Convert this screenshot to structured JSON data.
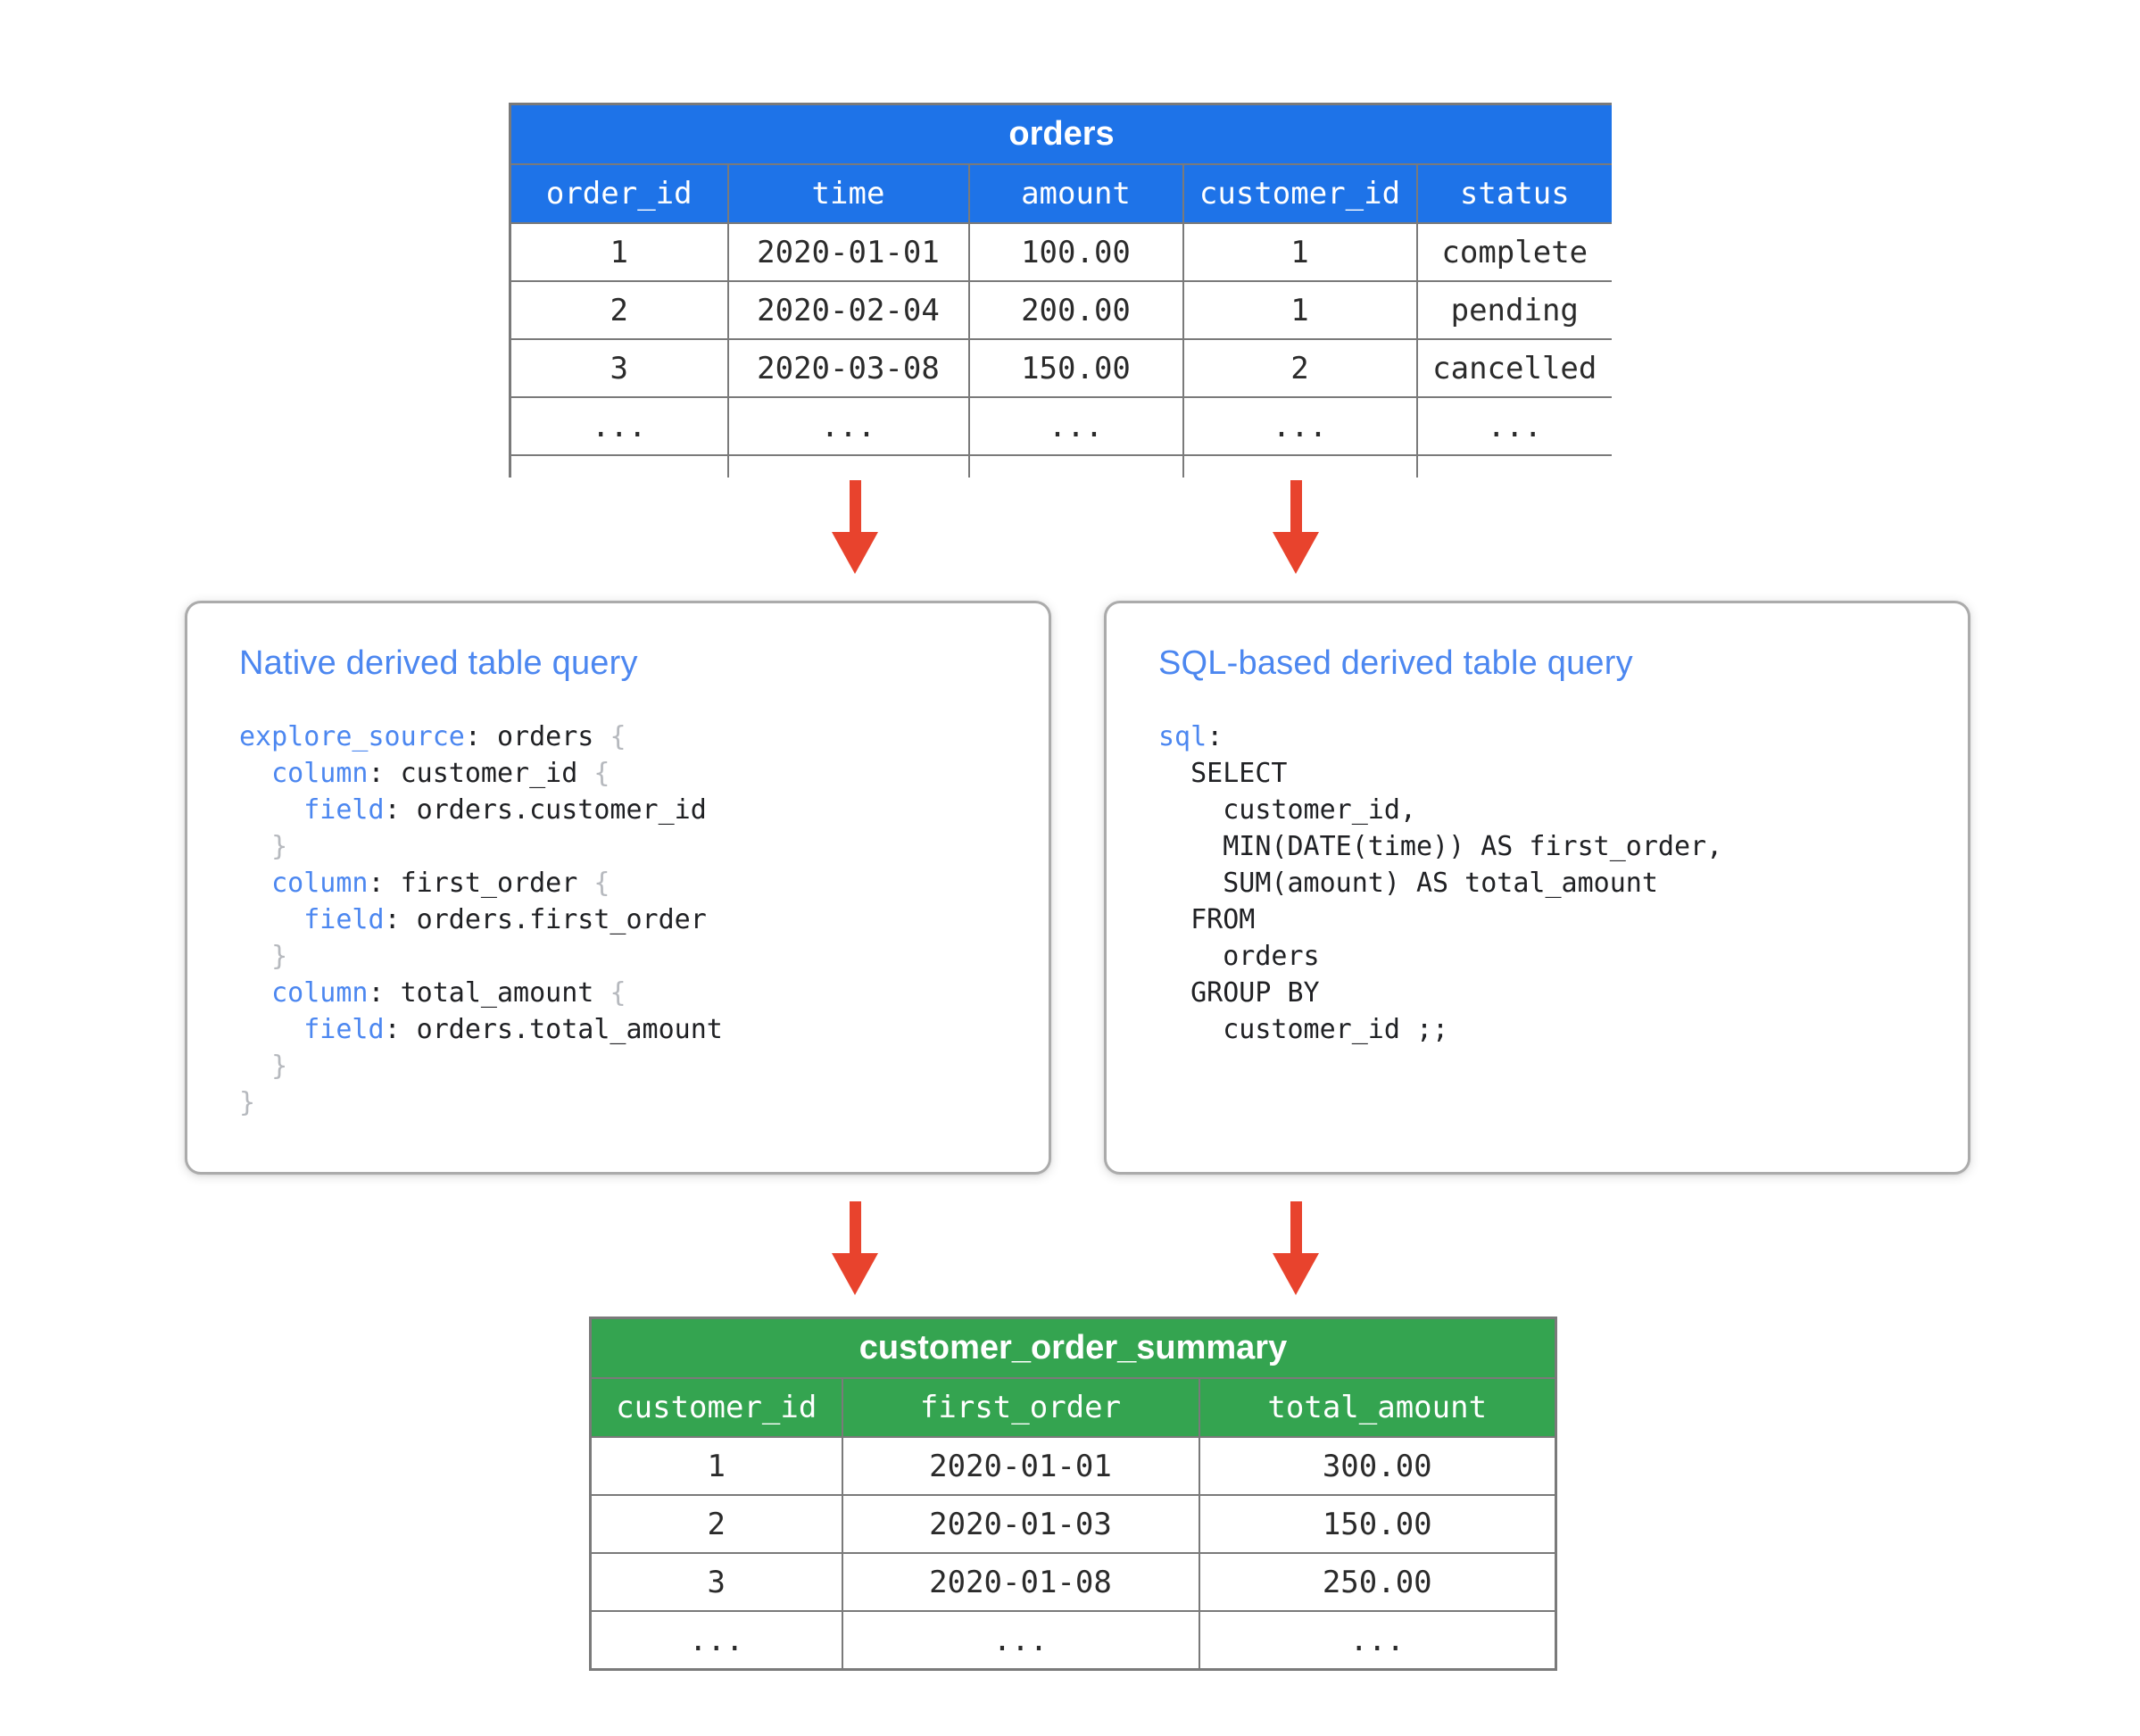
{
  "colors": {
    "table_header_blue": "#1E73E8",
    "table_header_green": "#34A450",
    "title_blue": "#4C87F0",
    "arrow_red": "#E8432D",
    "grid_border_gray": "#7A7A7A",
    "box_border_gray": "#ABABAB",
    "brace_gray": "#B6B9BE",
    "code_text_dark": "#202124"
  },
  "orders_table": {
    "title": "orders",
    "columns": [
      "order_id",
      "time",
      "amount",
      "customer_id",
      "status"
    ],
    "rows": [
      [
        "1",
        "2020-01-01",
        "100.00",
        "1",
        "complete"
      ],
      [
        "2",
        "2020-02-04",
        "200.00",
        "1",
        "pending"
      ],
      [
        "3",
        "2020-03-08",
        "150.00",
        "2",
        "cancelled"
      ],
      [
        "...",
        "...",
        "...",
        "...",
        "..."
      ]
    ]
  },
  "native_box": {
    "title": "Native derived table query",
    "code": [
      [
        {
          "c": "kw",
          "t": "explore_source"
        },
        {
          "c": "p",
          "t": ": orders "
        },
        {
          "c": "br",
          "t": "{"
        }
      ],
      [
        {
          "c": "p",
          "t": "  "
        },
        {
          "c": "kw",
          "t": "column"
        },
        {
          "c": "p",
          "t": ": customer_id "
        },
        {
          "c": "br",
          "t": "{"
        }
      ],
      [
        {
          "c": "p",
          "t": "    "
        },
        {
          "c": "kw",
          "t": "field"
        },
        {
          "c": "p",
          "t": ": orders.customer_id"
        }
      ],
      [
        {
          "c": "br",
          "t": "  }"
        }
      ],
      [
        {
          "c": "p",
          "t": "  "
        },
        {
          "c": "kw",
          "t": "column"
        },
        {
          "c": "p",
          "t": ": first_order "
        },
        {
          "c": "br",
          "t": "{"
        }
      ],
      [
        {
          "c": "p",
          "t": "    "
        },
        {
          "c": "kw",
          "t": "field"
        },
        {
          "c": "p",
          "t": ": orders.first_order"
        }
      ],
      [
        {
          "c": "br",
          "t": "  }"
        }
      ],
      [
        {
          "c": "p",
          "t": "  "
        },
        {
          "c": "kw",
          "t": "column"
        },
        {
          "c": "p",
          "t": ": total_amount "
        },
        {
          "c": "br",
          "t": "{"
        }
      ],
      [
        {
          "c": "p",
          "t": "    "
        },
        {
          "c": "kw",
          "t": "field"
        },
        {
          "c": "p",
          "t": ": orders.total_amount"
        }
      ],
      [
        {
          "c": "br",
          "t": "  }"
        }
      ],
      [
        {
          "c": "br",
          "t": "}"
        }
      ]
    ]
  },
  "sql_box": {
    "title": "SQL-based derived table query",
    "code": [
      [
        {
          "c": "kw",
          "t": "sql"
        },
        {
          "c": "p",
          "t": ":"
        }
      ],
      [
        {
          "c": "p",
          "t": "  SELECT"
        }
      ],
      [
        {
          "c": "p",
          "t": "    customer_id,"
        }
      ],
      [
        {
          "c": "p",
          "t": "    MIN(DATE(time)) AS first_order,"
        }
      ],
      [
        {
          "c": "p",
          "t": "    SUM(amount) AS total_amount"
        }
      ],
      [
        {
          "c": "p",
          "t": "  FROM"
        }
      ],
      [
        {
          "c": "p",
          "t": "    orders"
        }
      ],
      [
        {
          "c": "p",
          "t": "  GROUP BY"
        }
      ],
      [
        {
          "c": "p",
          "t": "    customer_id ;;"
        }
      ]
    ]
  },
  "summary_table": {
    "title": "customer_order_summary",
    "columns": [
      "customer_id",
      "first_order",
      "total_amount"
    ],
    "rows": [
      [
        "1",
        "2020-01-01",
        "300.00"
      ],
      [
        "2",
        "2020-01-03",
        "150.00"
      ],
      [
        "3",
        "2020-01-08",
        "250.00"
      ],
      [
        "...",
        "...",
        "..."
      ]
    ]
  }
}
